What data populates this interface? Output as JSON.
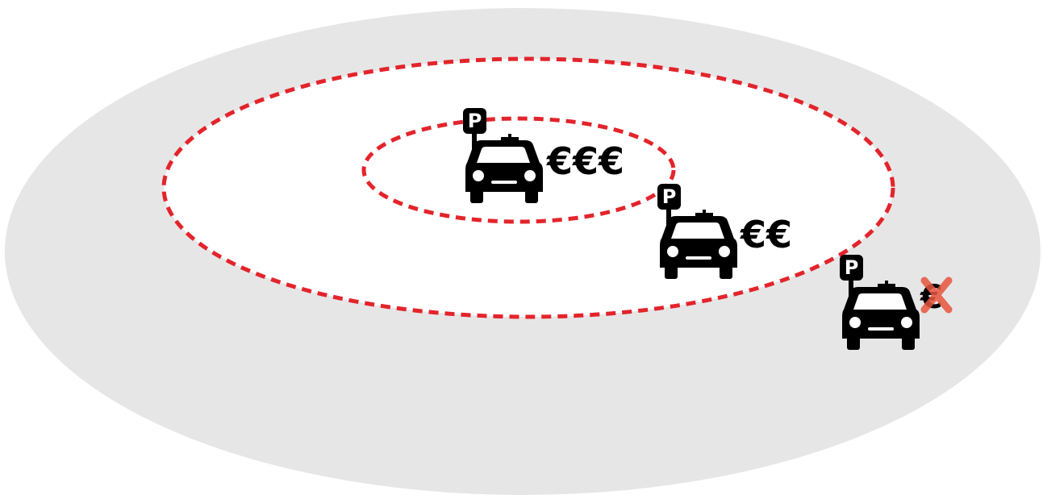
{
  "zones": [
    {
      "id": "center",
      "price": "€€€",
      "sign": "P"
    },
    {
      "id": "middle",
      "price": "€€",
      "sign": "P"
    },
    {
      "id": "outer",
      "price": "€",
      "sign": "P",
      "crossed_out": true
    }
  ],
  "colors": {
    "outer_area": "#e6e6e7",
    "zone_fill": "#ffffff",
    "dashed_border": "#e3242b",
    "cross": "#e8553f",
    "icon": "#000000"
  }
}
